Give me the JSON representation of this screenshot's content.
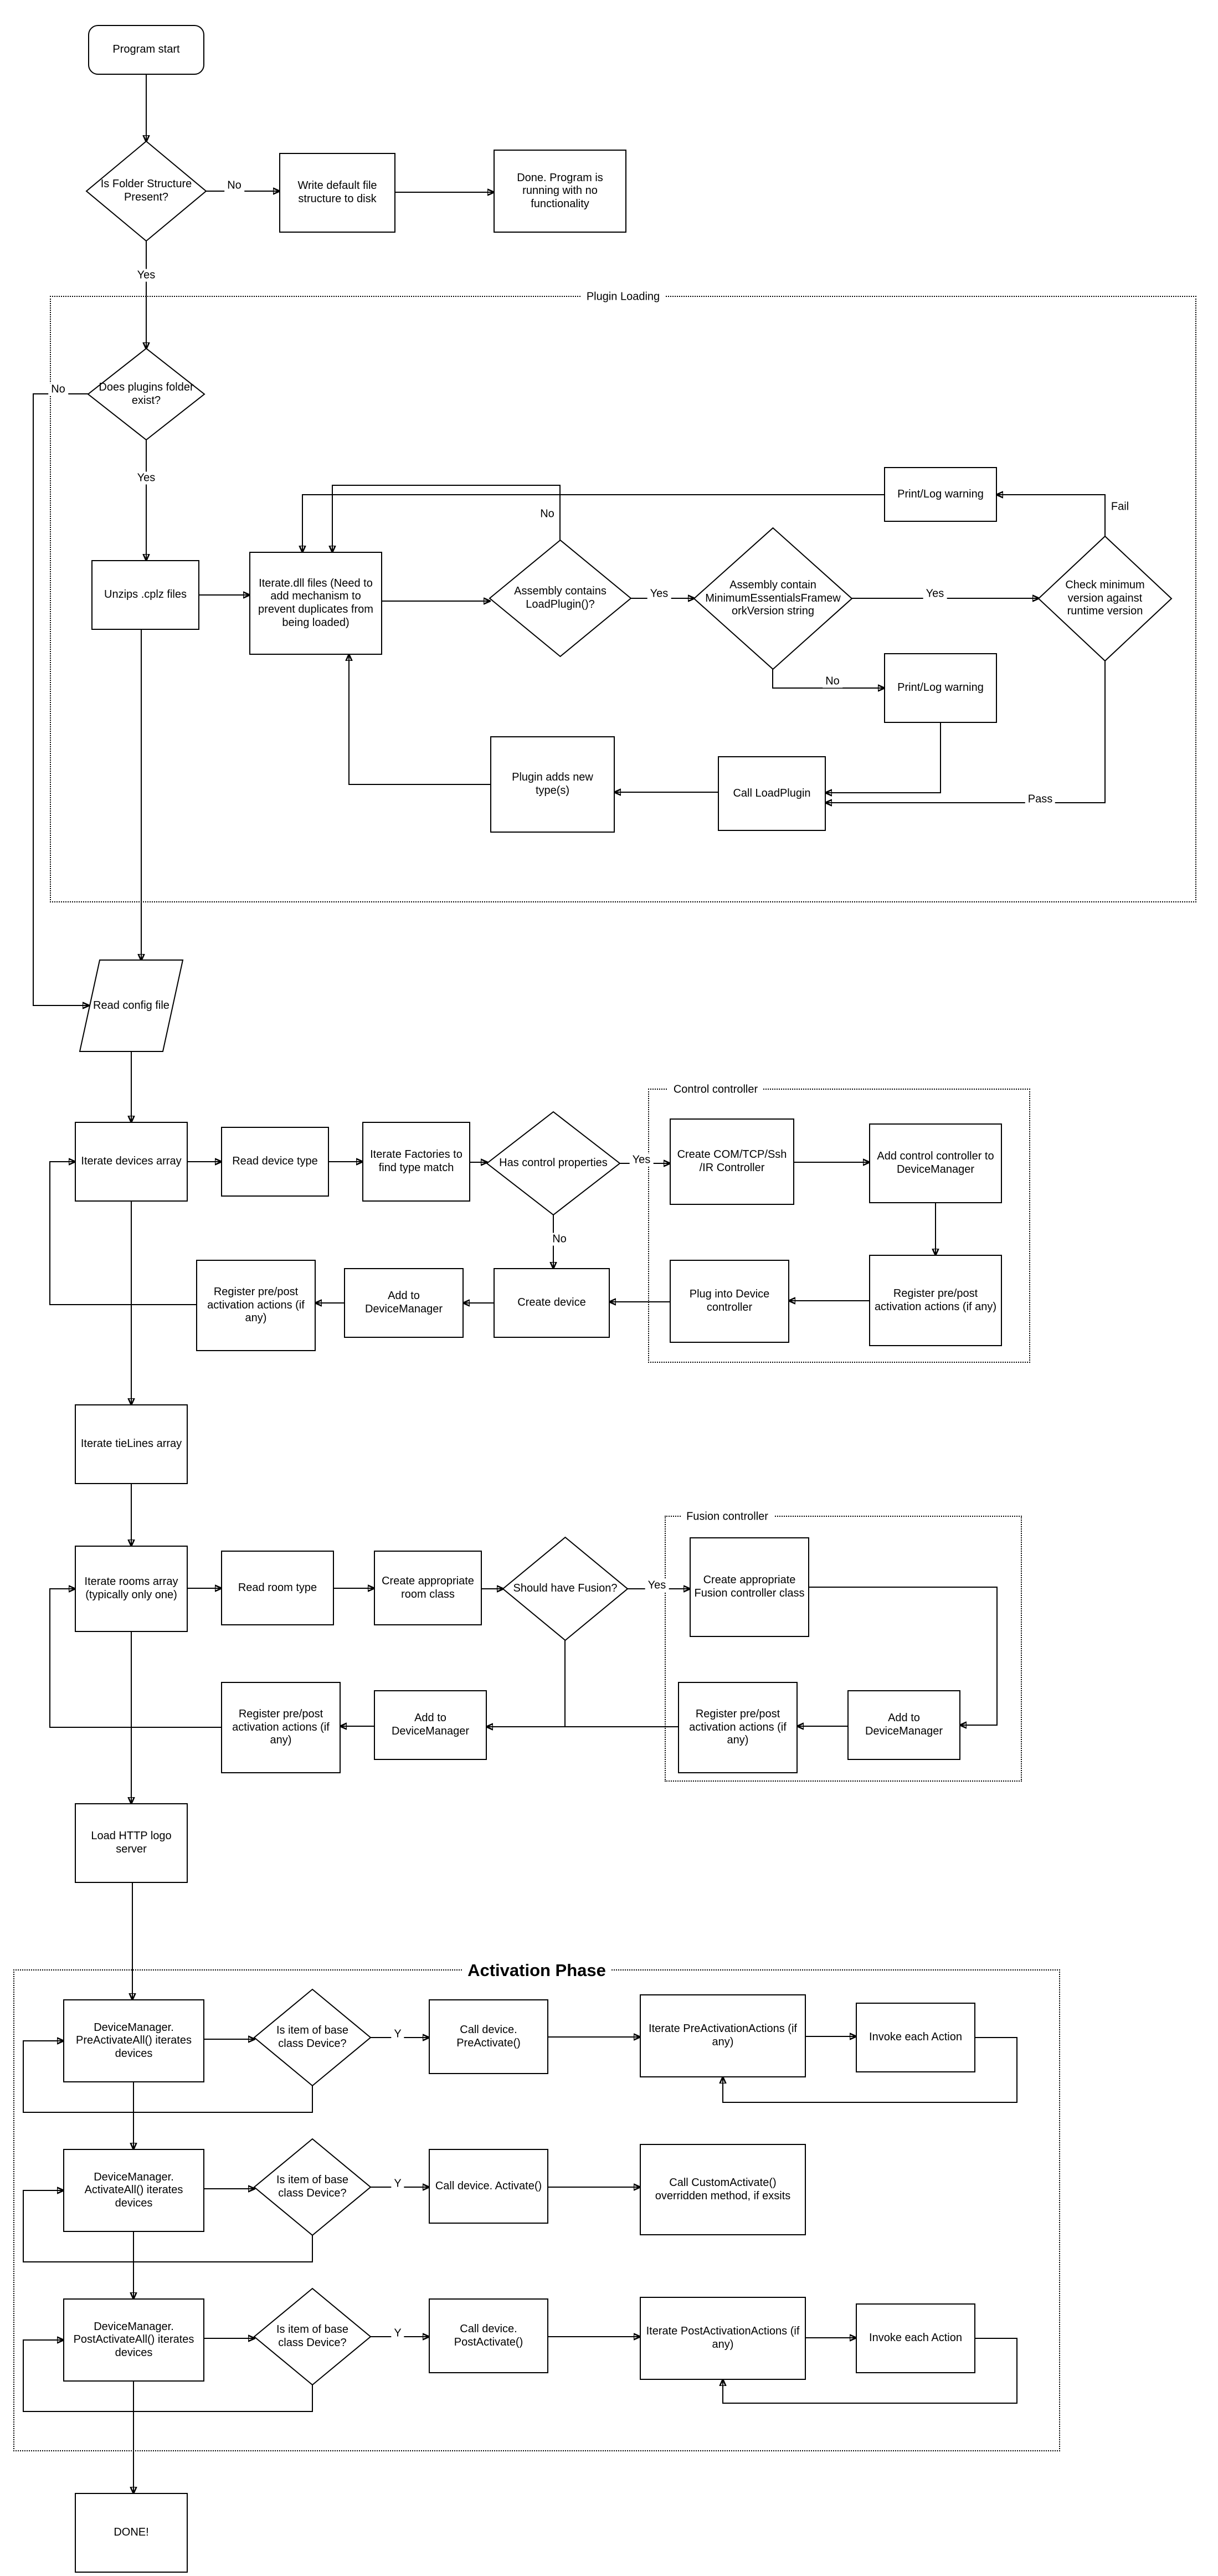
{
  "page": {
    "background": "#ffffff",
    "line_color": "#000000"
  },
  "containers": {
    "plugin_loading": {
      "label": "Plugin Loading"
    },
    "control_controller": {
      "label": "Control controller"
    },
    "fusion_controller": {
      "label": "Fusion controller"
    },
    "activation_phase": {
      "label": "Activation Phase"
    }
  },
  "nodes": {
    "program_start": {
      "label": "Program start"
    },
    "folder_decision": {
      "label": "Is Folder Structure Present?"
    },
    "write_default": {
      "label": "Write default file structure to disk"
    },
    "done_no_func": {
      "label": "Done.  Program is running with no functionality"
    },
    "plugins_decision": {
      "label": "Does plugins folder exist?"
    },
    "unzip_cplz": {
      "label": "Unzips .cplz files"
    },
    "iterate_dll": {
      "label": "Iterate.dll files (Need to add mechanism to prevent duplicates from being loaded)"
    },
    "loadplugin_decision": {
      "label": "Assembly contains LoadPlugin()?"
    },
    "minversion_decision": {
      "label": "Assembly contain MinimumEssentialsFrameworkVersion string"
    },
    "checkversion_decision": {
      "label": "Check minimum version against runtime version"
    },
    "print_log_fail": {
      "label": "Print/Log warning"
    },
    "print_log_no": {
      "label": "Print/Log warning"
    },
    "call_loadplugin": {
      "label": "Call LoadPlugin"
    },
    "plugin_adds_types": {
      "label": "Plugin adds new type(s)"
    },
    "read_config": {
      "label": "Read config file"
    },
    "iterate_devices": {
      "label": "Iterate devices array"
    },
    "read_device_type": {
      "label": "Read device type"
    },
    "iterate_factories": {
      "label": "Iterate Factories to find type match"
    },
    "has_control": {
      "label": "Has control properties"
    },
    "create_controller": {
      "label": "Create COM/TCP/Ssh /IR Controller"
    },
    "add_control_ctrl": {
      "label": "Add control controller to DeviceManager"
    },
    "register_control": {
      "label": "Register pre/post activation actions (if any)"
    },
    "plug_into_device": {
      "label": "Plug into Device controller"
    },
    "create_device": {
      "label": "Create device"
    },
    "add_dm_main": {
      "label": "Add to DeviceManager"
    },
    "register_devices": {
      "label": "Register pre/post activation actions (if any)"
    },
    "iterate_tielines": {
      "label": "Iterate tieLines array"
    },
    "iterate_rooms": {
      "label": "Iterate rooms array (typically only one)"
    },
    "read_room_type": {
      "label": "Read room type"
    },
    "create_room_class": {
      "label": "Create appropriate room class"
    },
    "should_fusion": {
      "label": "Should have Fusion?"
    },
    "create_fusion": {
      "label": "Create appropriate Fusion controller class"
    },
    "add_dm_fusion": {
      "label": "Add to DeviceManager"
    },
    "register_fusion": {
      "label": "Register pre/post activation actions (if any)"
    },
    "add_dm_rooms": {
      "label": "Add to DeviceManager"
    },
    "register_rooms": {
      "label": "Register pre/post activation actions (if any)"
    },
    "load_http": {
      "label": "Load HTTP logo server"
    },
    "dm_preactivate": {
      "label": "DeviceManager. PreActivateAll() iterates devices"
    },
    "is_base_1": {
      "label": "Is item of base class Device?"
    },
    "call_preactivate": {
      "label": "Call device. PreActivate()"
    },
    "iterate_preactions": {
      "label": "Iterate PreActivationActions (if any)"
    },
    "invoke_each_1": {
      "label": "Invoke each Action"
    },
    "dm_activate": {
      "label": "DeviceManager. ActivateAll() iterates devices"
    },
    "is_base_2": {
      "label": "Is item of base class Device?"
    },
    "call_activate": {
      "label": "Call device. Activate()"
    },
    "call_custom": {
      "label": "Call CustomActivate() overridden method, if exsits"
    },
    "dm_postactivate": {
      "label": "DeviceManager. PostActivateAll() iterates devices"
    },
    "is_base_3": {
      "label": "Is item of base class Device?"
    },
    "call_postactivate": {
      "label": "Call device. PostActivate()"
    },
    "iterate_postactions": {
      "label": "Iterate PostActivationActions (if any)"
    },
    "invoke_each_2": {
      "label": "Invoke each Action"
    },
    "done": {
      "label": "DONE!"
    }
  },
  "edge_labels": {
    "folder_no": "No",
    "folder_yes": "Yes",
    "plugins_no": "No",
    "plugins_yes": "Yes",
    "loadplugin_no": "No",
    "loadplugin_yes": "Yes",
    "minversion_yes": "Yes",
    "minversion_no": "No",
    "check_fail": "Fail",
    "check_pass": "Pass",
    "control_yes": "Yes",
    "control_no": "No",
    "fusion_yes": "Yes",
    "pre_y": "Y",
    "act_y": "Y",
    "post_y": "Y"
  }
}
